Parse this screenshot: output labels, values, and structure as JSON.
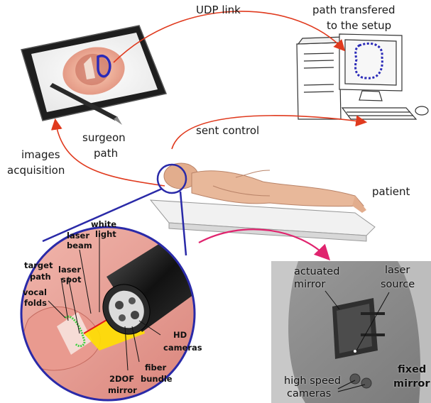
{
  "labels": {
    "udp_link": "UDP link",
    "path_transfered": "path transfered",
    "to_the_setup": "to the setup",
    "sent_control": "sent control",
    "surgeon": "surgeon",
    "path": "path",
    "images": "images",
    "acquisition": "acquisition",
    "patient": "patient"
  },
  "zoom_labels": {
    "laser_beam_1": "laser",
    "laser_beam_2": "beam",
    "white_light_1": "white",
    "white_light_2": "light",
    "target_path_1": "target",
    "target_path_2": "path",
    "laser_spot_1": "laser",
    "laser_spot_2": "spot",
    "vocal_folds_1": "vocal",
    "vocal_folds_2": "folds",
    "hd_cameras_1": "HD",
    "hd_cameras_2": "cameras",
    "mirror_2dof_1": "2DOF",
    "mirror_2dof_2": "mirror",
    "fiber_bundle_1": "fiber",
    "fiber_bundle_2": "bundle"
  },
  "photo_labels": {
    "actuated_1": "actuated",
    "actuated_2": "mirror",
    "laser_source_1": "laser",
    "laser_source_2": "source",
    "fixed_mirror_1": "fixed",
    "fixed_mirror_2": "mirror",
    "high_speed_1": "high speed",
    "high_speed_2": "cameras"
  },
  "colors": {
    "arrow_red": "#e03a1e",
    "arrow_magenta": "#e0246e",
    "zoom_blue": "#2a2aa8",
    "path_blue": "#2a2ab8",
    "skin": "#e8b89a",
    "tissue": "#e9a39a",
    "laser_yellow": "#ffe000",
    "target_green": "#40d040"
  }
}
